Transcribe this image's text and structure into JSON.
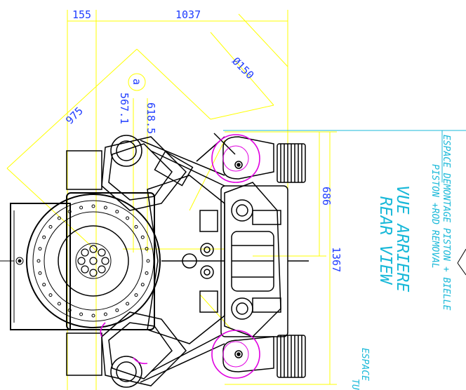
{
  "dimensions": {
    "d155": "155",
    "d1037": "1037",
    "d150": "Ø150",
    "d975": "975",
    "d567": "567.1",
    "d618": "618.5",
    "d686": "686",
    "d1367": "1367",
    "label_a": "a"
  },
  "annotations": {
    "space_fr": "ESPACE DEMONTAGE PISTON + BIELLE",
    "space_en": "PISTON +ROD REMOVAL",
    "view_fr": "VUE ARRIERE",
    "view_en": "REAR VIEW",
    "space_fr_bottom": "ESPACE",
    "space_en_bottom": "TU"
  },
  "colors": {
    "dimension_line": "#ffff00",
    "dimension_text": "#1f3cff",
    "annotation": "#18b8d8",
    "wheel": "#e000e0",
    "engine": "#000000"
  }
}
